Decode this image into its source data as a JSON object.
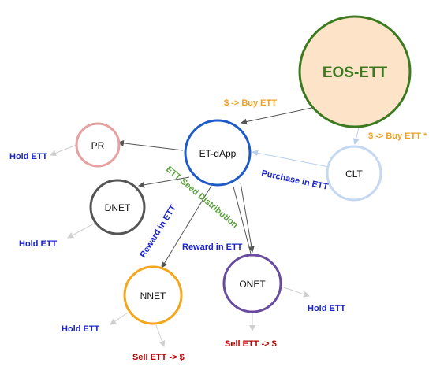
{
  "nodes": {
    "eos": {
      "label": "EOS-ETT",
      "fill": "#fde3c8",
      "stroke": "#3b7a1e",
      "text_color": "#3b7a1e"
    },
    "etdapp": {
      "label": "ET-dApp",
      "stroke": "#1f5bc6"
    },
    "pr": {
      "label": "PR",
      "stroke": "#e6a0a0"
    },
    "clt": {
      "label": "CLT",
      "stroke": "#c5d8f2"
    },
    "dnet": {
      "label": "DNET",
      "stroke": "#555555"
    },
    "nnet": {
      "label": "NNET",
      "stroke": "#f4a61c"
    },
    "onet": {
      "label": "ONET",
      "stroke": "#6a4ba0"
    }
  },
  "edge_labels": {
    "buy_ett": "$ -> Buy ETT",
    "buy_ett_star": "$ -> Buy ETT *",
    "purchase": "Purchase in ETT",
    "seed": "ETT Seed Distribution",
    "reward_left": "Reward in ETT",
    "reward_right": "Reward in ETT",
    "hold_pr": "Hold ETT",
    "hold_dnet": "Hold ETT",
    "hold_nnet": "Hold ETT",
    "hold_onet": "Hold ETT",
    "sell_nnet": "Sell ETT -> $",
    "sell_onet": "Sell ETT -> $"
  },
  "colors": {
    "orange": "#f0a020",
    "blue": "#1a24c8",
    "green": "#5aa33a",
    "red": "#b80000",
    "arrow": "#555555",
    "light_arrow": "#cccccc"
  }
}
